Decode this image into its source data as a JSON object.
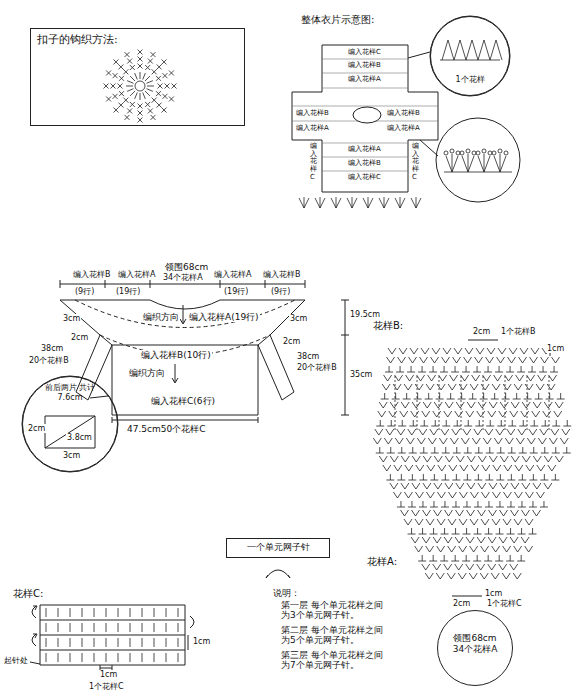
{
  "diagram": {
    "nodes": [
      {
        "text": [
          "扣子的钩织方法:"
        ]
      },
      {
        "text": [
          "1个花样"
        ]
      },
      {
        "text": [
          "前后两片 共计7.6cm"
        ]
      },
      {
        "text": [
          "一个单元网子针"
        ]
      },
      {
        "text": [
          "领围68cm",
          "34个花样A"
        ]
      }
    ],
    "labels": [
      "整体衣片示意图:",
      "编入花样C",
      "编入花样B",
      "编入花样A",
      "编入花样B",
      "编入花样B",
      "编入花样A",
      "编入花样A",
      "编入花样A",
      "编入花样B",
      "编入花样C",
      "编入花样C",
      "编入花样C",
      "领围68cm",
      "34个花样A",
      "编入花样B",
      "编入花样A",
      "编入花样A",
      "编入花样B",
      "(9行)",
      "(19行)",
      "(19行)",
      "(9行)",
      "19.5cm",
      "编织方向",
      "编入花样A(19行)",
      "3cm",
      "2cm",
      "3cm",
      "2cm",
      "38cm",
      "20个花样B",
      "38cm",
      "20个花样B",
      "编入花样B(10行)",
      "编织方向",
      "编入花样C(6行)",
      "35cm",
      "47.5cm50个花样C",
      "2cm",
      "3.8cm",
      "3cm",
      "花样B:",
      "2cm",
      "1个花样B",
      "1cm",
      "花样A:",
      "1cm",
      "2cm",
      "1个花样C",
      "花样C:",
      "起针处",
      "1cm",
      "1cm",
      "1个花样C",
      "说明：",
      "第一层 每个单元花样之间为3个单元网子针。",
      "第二层 每个单元花样之间为5个单元网子针。",
      "第三层 每个单元花样之间为7个单元网子针。"
    ]
  }
}
